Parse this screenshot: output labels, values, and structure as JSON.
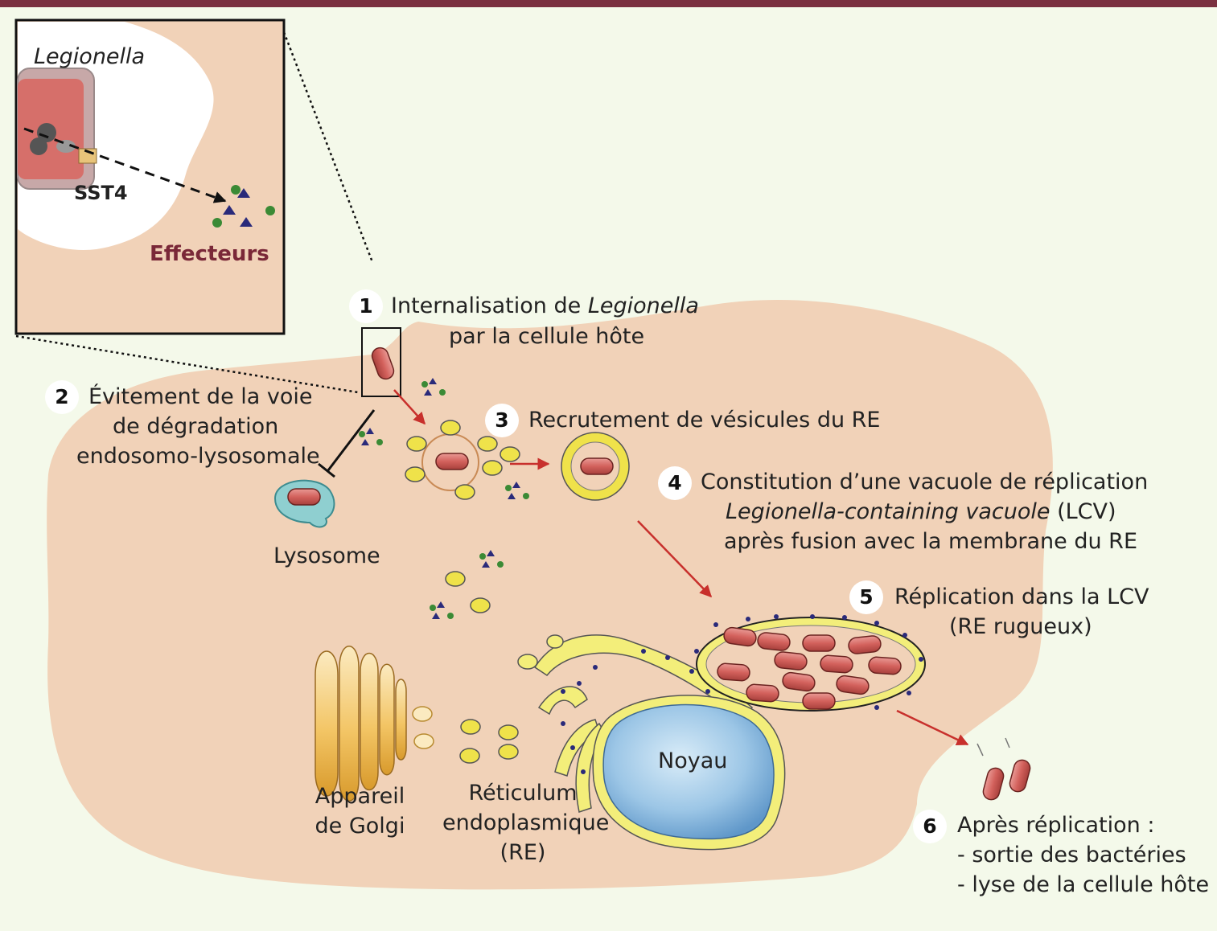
{
  "inset": {
    "bacterium": "Legionella",
    "secretion": "SST4",
    "effectors": "Effecteurs"
  },
  "steps": [
    {
      "num": "1",
      "line1_prefix": "Internalisation de ",
      "line1_italic": "Legionella",
      "line2": "par la cellule hôte"
    },
    {
      "num": "2",
      "line1": "Évitement de la voie",
      "line2": "de dégradation",
      "line3": "endosomo-lysosomale"
    },
    {
      "num": "3",
      "line1": "Recrutement de vésicules du RE"
    },
    {
      "num": "4",
      "line1": "Constitution d’une vacuole de réplication",
      "line2_italic": "Legionella-containing vacuole",
      "line2_suffix": " (LCV)",
      "line3": "après fusion avec la membrane du RE"
    },
    {
      "num": "5",
      "line1": "Réplication dans la LCV",
      "line2": "(RE rugueux)"
    },
    {
      "num": "6",
      "line1": "Après réplication :",
      "line2": "- sortie des bactéries",
      "line3": "- lyse de la cellule hôte"
    }
  ],
  "labels": {
    "lysosome": "Lysosome",
    "golgi_1": "Appareil",
    "golgi_2": "de Golgi",
    "er_1": "Réticulum",
    "er_2": "endoplasmique",
    "er_3": "(RE)",
    "nucleus": "Noyau"
  },
  "colors": {
    "background": "#f4f9ea",
    "cell": "#f1d2b8",
    "top_bar": "#7a3040",
    "arrow": "#c8302c",
    "bacterium": "#d0615c",
    "vesicle": "#efe24a",
    "nucleus": "#8fbde0",
    "effector_dot": "#3b8a35",
    "effector_triangle": "#2a2a7a"
  }
}
